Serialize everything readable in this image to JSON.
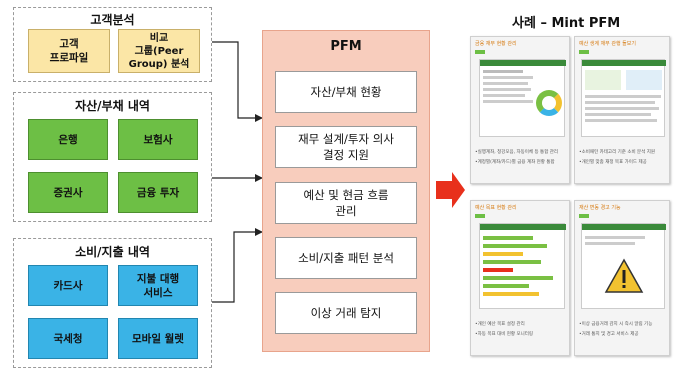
{
  "customer_analysis": {
    "title": "고객분석",
    "items": [
      "고객\n프로파일",
      "비교\n그룹(Peer\nGroup) 분석"
    ]
  },
  "assets_liabilities": {
    "title": "자산/부채 내역",
    "items": [
      "은행",
      "보험사",
      "증권사",
      "금융 투자"
    ]
  },
  "consumption": {
    "title": "소비/지출 내역",
    "items": [
      "카드사",
      "지불 대행\n서비스",
      "국세청",
      "모바일 월렛"
    ]
  },
  "pfm": {
    "title": "PFM",
    "items": [
      "자산/부채 현황",
      "재무 설계/투자 의사\n결정 지원",
      "예산 및 현금 흐름\n관리",
      "소비/지출 패턴 분석",
      "이상 거래 탐지"
    ]
  },
  "mint": {
    "title": "사례 – Mint PFM",
    "screens": [
      {
        "caption": "금융 재무 현황 관리",
        "bullets": [
          "•실행계좌, 청강모음, 자동이체 등 통합 관리",
          "•계정별(계좌/카드)별 금융 계좌 현황 통합"
        ]
      },
      {
        "caption": "예산 생계 재무 관행 돌보기",
        "bullets": [
          "•소비패턴 카테고리 기준 소비 분석 지원",
          "•개인별 맞춤 재정 목표 가이드 제공"
        ]
      },
      {
        "caption": "예산 목표 현황 관리",
        "bullets": [
          "•개인 예산 목표 설정 관리",
          "•자동 목표 대비 현황 모니터링"
        ]
      },
      {
        "caption": "재산 변동 경고 기능",
        "bullets": [
          "•이상 금융거래 감지 시 즉시 알림 기능",
          "•거래 통지 및 경고 서비스 제공"
        ]
      }
    ]
  },
  "colors": {
    "yellow": "#fbe6a6",
    "green": "#6dbf45",
    "blue": "#3ab3e6",
    "pfm": "#f8cdbd",
    "arrow_red": "#e8301c"
  }
}
